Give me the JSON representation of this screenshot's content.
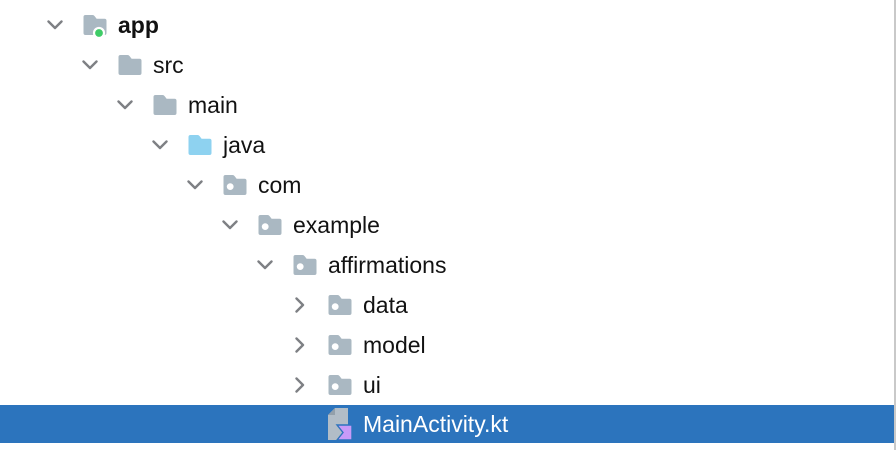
{
  "panel": {
    "name": "project-tree",
    "selected_item": "MainActivity.kt"
  },
  "colors": {
    "selection_background": "#2c74bd",
    "selected_text": "#ffffff",
    "text": "#121212",
    "folder_gray": "#aab8c2",
    "source_folder_blue": "#8ed2f0",
    "package_dot_white": "#ffffff",
    "module_run_dot_green": "#3fcc67",
    "kotlin_file_gray": "#b2bdc7",
    "kotlin_mark_purple": "#c89af8",
    "chevron_gray": "#7e8084",
    "panel_edge_border": "#c9c9c9"
  },
  "icons": {
    "app_module": "android-module-folder-icon",
    "folder": "folder-icon",
    "source_folder": "source-folder-icon",
    "package_folder": "package-folder-icon",
    "kotlin_file": "kotlin-file-icon",
    "expanded": "chevron-down-icon",
    "collapsed": "chevron-right-icon"
  },
  "tree": {
    "rows": [
      {
        "label": "app",
        "level": 0,
        "icon": "android-module-folder",
        "state": "expanded",
        "bold": true,
        "selected": false
      },
      {
        "label": "src",
        "level": 1,
        "icon": "folder",
        "state": "expanded",
        "bold": false,
        "selected": false
      },
      {
        "label": "main",
        "level": 2,
        "icon": "folder",
        "state": "expanded",
        "bold": false,
        "selected": false
      },
      {
        "label": "java",
        "level": 3,
        "icon": "source-folder",
        "state": "expanded",
        "bold": false,
        "selected": false
      },
      {
        "label": "com",
        "level": 4,
        "icon": "package-folder",
        "state": "expanded",
        "bold": false,
        "selected": false
      },
      {
        "label": "example",
        "level": 5,
        "icon": "package-folder",
        "state": "expanded",
        "bold": false,
        "selected": false
      },
      {
        "label": "affirmations",
        "level": 6,
        "icon": "package-folder",
        "state": "expanded",
        "bold": false,
        "selected": false
      },
      {
        "label": "data",
        "level": 7,
        "icon": "package-folder",
        "state": "collapsed",
        "bold": false,
        "selected": false
      },
      {
        "label": "model",
        "level": 7,
        "icon": "package-folder",
        "state": "collapsed",
        "bold": false,
        "selected": false
      },
      {
        "label": "ui",
        "level": 7,
        "icon": "package-folder",
        "state": "collapsed",
        "bold": false,
        "selected": false
      },
      {
        "label": "MainActivity.kt",
        "level": 7,
        "icon": "kotlin-file",
        "state": "none",
        "bold": false,
        "selected": true
      }
    ]
  }
}
